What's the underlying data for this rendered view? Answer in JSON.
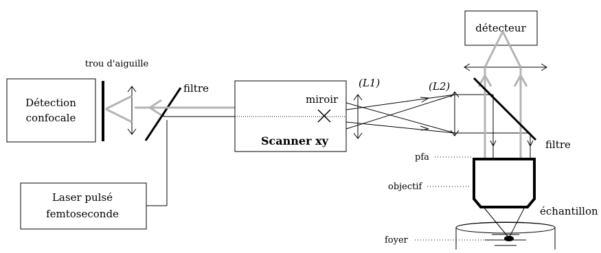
{
  "labels": {
    "confocal_detection_line1": "Détection",
    "confocal_detection_line2": "confocale",
    "pinhole": "trou d'aiguille",
    "filter_left": "filtre",
    "mirror": "miroir",
    "scanner": "Scanner xy",
    "lens1": "(L1)",
    "lens2": "(L2)",
    "detector": "détecteur",
    "filter_right": "filtre",
    "pfa": "pfa",
    "objective": "objectif",
    "sample": "échantillon",
    "focus": "foyer",
    "laser_line1": "Laser pulsé",
    "laser_line2": "femtoseconde"
  },
  "colors": {
    "beam": "#b4b4b4",
    "line": "#000000",
    "background": "#ffffff"
  }
}
